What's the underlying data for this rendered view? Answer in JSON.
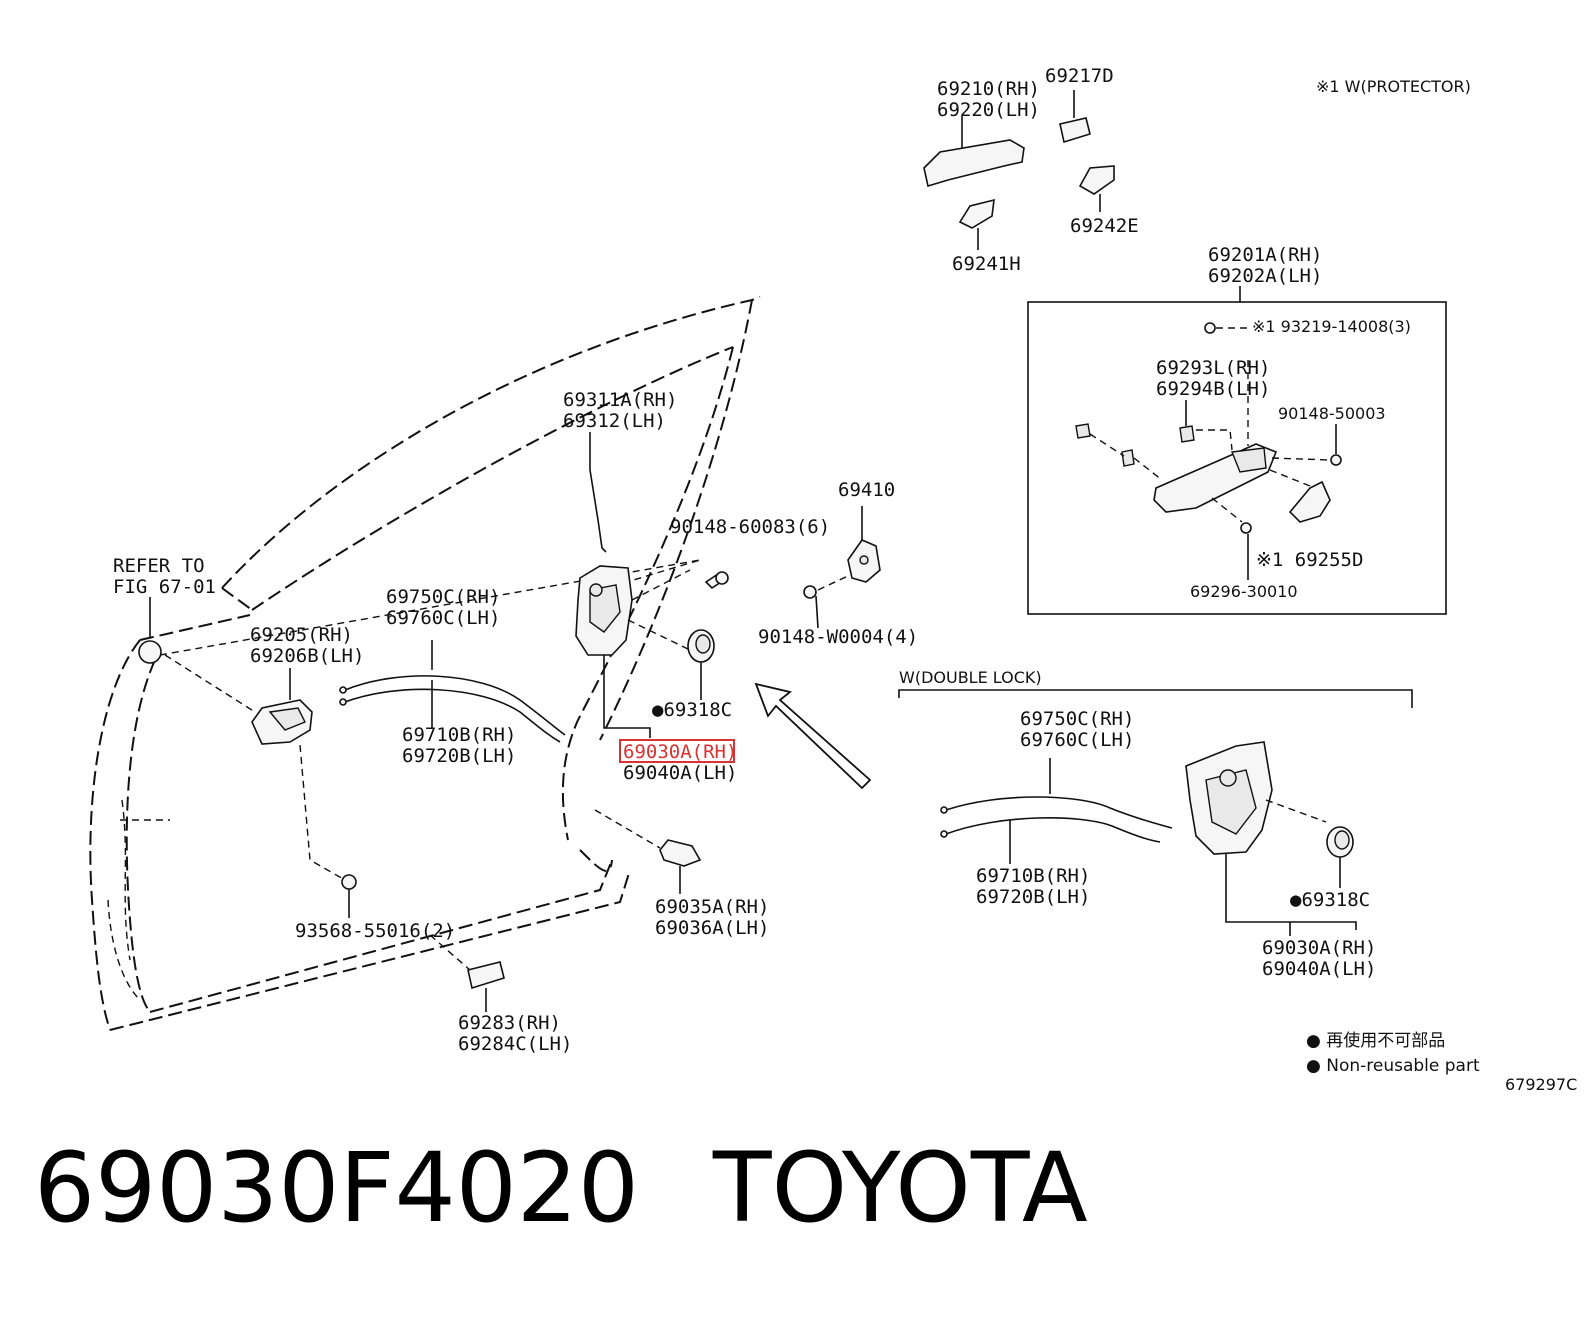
{
  "labels": {
    "protector_note": "※1 W(PROTECTOR)",
    "p69210": "69210(RH)",
    "p69220": "69220(LH)",
    "p69217": "69217D",
    "p69241": "69241H",
    "p69242": "69242E",
    "p69201": "69201A(RH)",
    "p69202": "69202A(LH)",
    "p93219": "※1 93219-14008(3)",
    "p69293": "69293L(RH)",
    "p69294": "69294B(LH)",
    "p90148_50003": "90148-50003",
    "p69255": "※1 69255D",
    "p69296": "69296-30010",
    "p69311": "69311A(RH)",
    "p69312": "69312(LH)",
    "p90148_60083": "90148-60083(6)",
    "p69410": "69410",
    "p90148_w0004": "90148-W0004(4)",
    "refer1": "REFER TO",
    "refer2": "FIG 67-01",
    "p69750a": "69750C(RH)",
    "p69760a": "69760C(LH)",
    "p69205": "69205(RH)",
    "p69206": "69206B(LH)",
    "p69318a": "●69318C",
    "p69710a": "69710B(RH)",
    "p69720a": "69720B(LH)",
    "p69030a": "69030A(RH)",
    "p69040a": "69040A(LH)",
    "double_lock": "W(DOUBLE LOCK)",
    "p69750b": "69750C(RH)",
    "p69760b": "69760C(LH)",
    "p69035": "69035A(RH)",
    "p69036": "69036A(LH)",
    "p69710b": "69710B(RH)",
    "p69720b": "69720B(LH)",
    "p69318b": "●69318C",
    "p69030b": "69030A(RH)",
    "p69040b": "69040A(LH)",
    "p93568": "93568-55016(2)",
    "p69283": "69283(RH)",
    "p69284": "69284C(LH)",
    "legend_jp": "● 再使用不可部品",
    "legend_en": "● Non-reusable part",
    "fig_code": "679297C"
  },
  "footer": {
    "part_number": "69030F4020",
    "brand": "TOYOTA"
  },
  "colors": {
    "highlight": "#d83232",
    "ink": "#111111"
  }
}
